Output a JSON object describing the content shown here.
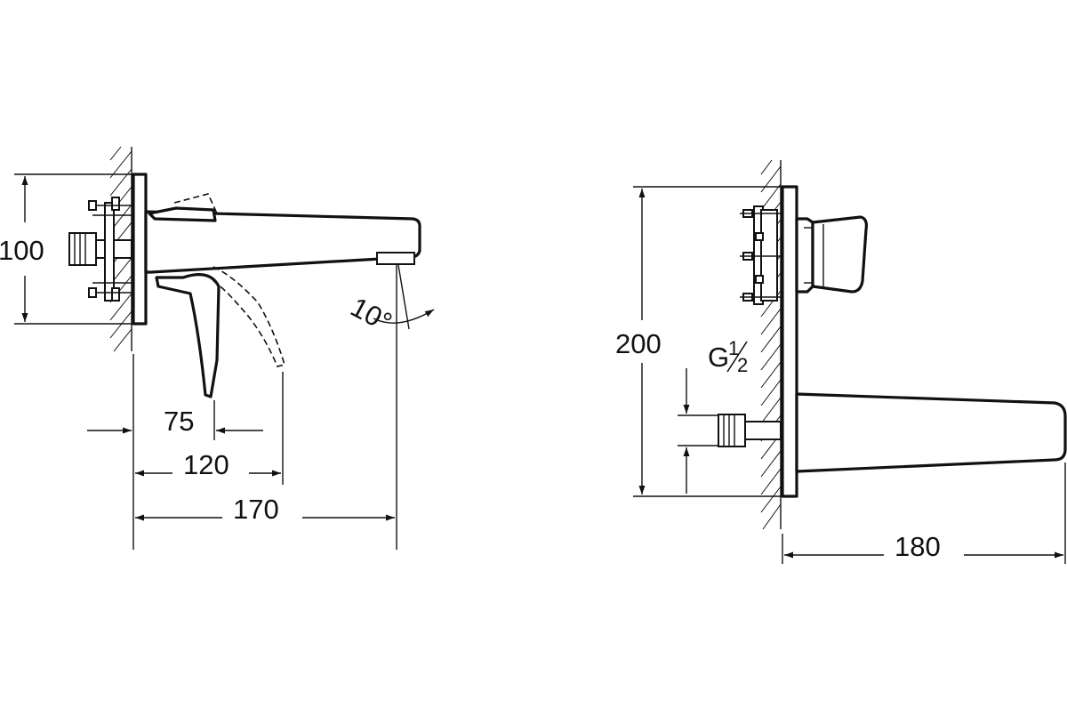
{
  "side_view": {
    "dim_height": "100",
    "dim_lever": "75",
    "dim_lever_open": "120",
    "dim_spout": "170",
    "angle": "10°"
  },
  "front_view": {
    "dim_height": "200",
    "thread_main": "G",
    "thread_frac_top": "1",
    "thread_frac_bottom": "2",
    "dim_spout": "180"
  }
}
